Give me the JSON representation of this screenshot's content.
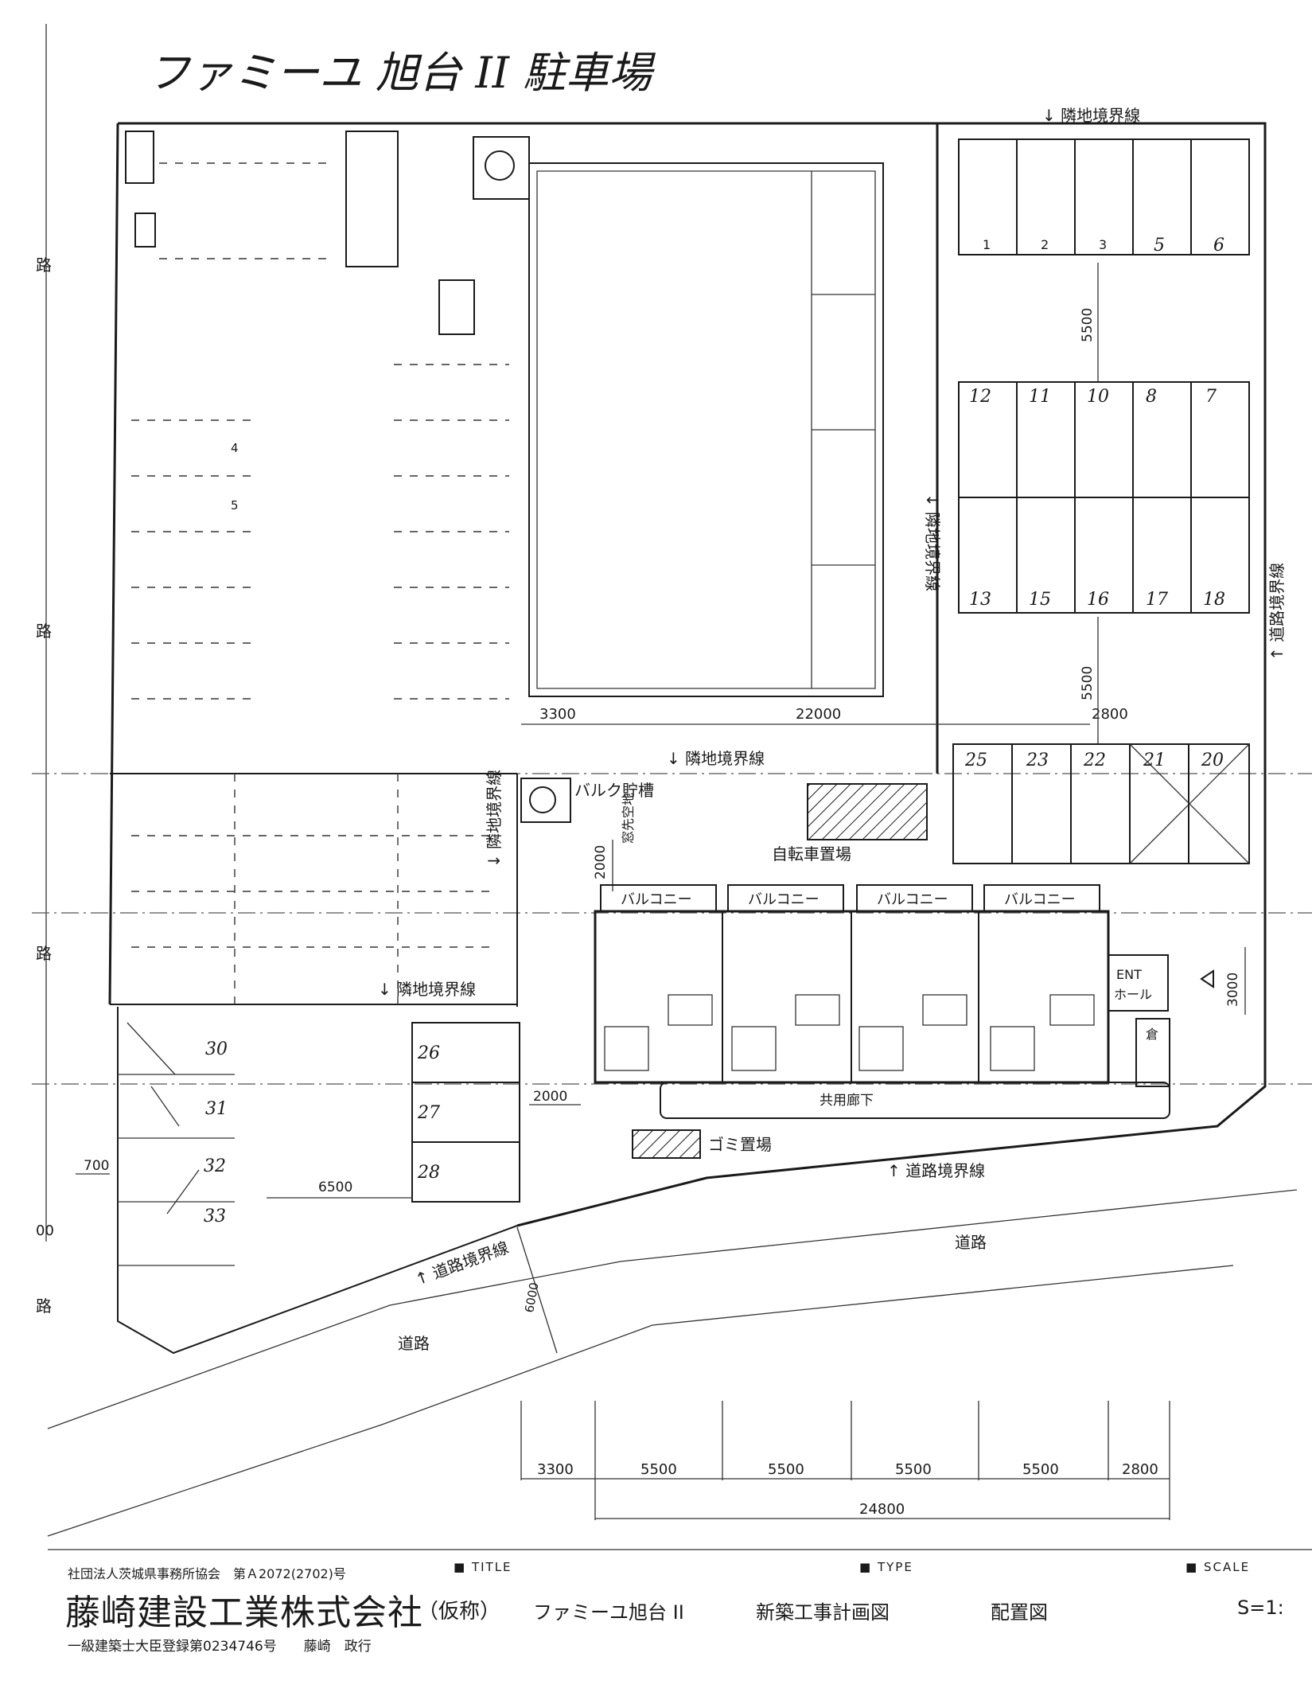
{
  "handwritten_title": "ファミーユ 旭台 II 駐車場",
  "labels": {
    "neighbor_boundary": "隣地境界線",
    "road_boundary": "道路境界線",
    "road": "道路",
    "road_edge_left": "路",
    "bulk_tank": "バルク貯槽",
    "bicycle_parking": "自転車置場",
    "window_space": "窓先空地",
    "balcony": "バルコニー",
    "common_corridor": "共用廊下",
    "garbage": "ゴミ置場",
    "ent_hall_1": "ENT",
    "ent_hall_2": "ホール",
    "storage": "倉",
    "edge_00": "00",
    "edge_700": "700"
  },
  "dimensions": {
    "top_3300": "3300",
    "top_22000": "22000",
    "right_2800": "2800",
    "v_5500_a": "5500",
    "v_5500_b": "5500",
    "v_2000": "2000",
    "v_3000": "3000",
    "h_2000": "2000",
    "h_6500": "6500",
    "v_6000": "6000",
    "bottom": [
      "3300",
      "5500",
      "5500",
      "5500",
      "5500",
      "2800"
    ],
    "total": "24800"
  },
  "parking_numbers": {
    "row1": [
      "1",
      "2",
      "3",
      "5",
      "6"
    ],
    "row2_top": [
      "12",
      "11",
      "10",
      "8",
      "7"
    ],
    "row2_bottom": [
      "13",
      "15",
      "16",
      "17",
      "18"
    ],
    "row3": [
      "25",
      "23",
      "22",
      "21",
      "20"
    ],
    "west": [
      "4",
      "5"
    ],
    "small_block": [
      "26",
      "27",
      "28"
    ],
    "angled": [
      "30",
      "31",
      "32",
      "33"
    ]
  },
  "title_block": {
    "association": "社団法人茨城県事務所協会　第Ａ2072(2702)号",
    "company": "藤崎建設工業株式会社",
    "registration": "一級建築士大臣登録第0234746号　　藤崎　政行",
    "title_header": "TITLE",
    "type_header": "TYPE",
    "scale_header": "SCALE",
    "provisional": "（仮称）",
    "project": "ファミーユ旭台 II",
    "drawing_type": "新築工事計画図",
    "drawing_name": "配置図",
    "scale": "S=1:"
  }
}
